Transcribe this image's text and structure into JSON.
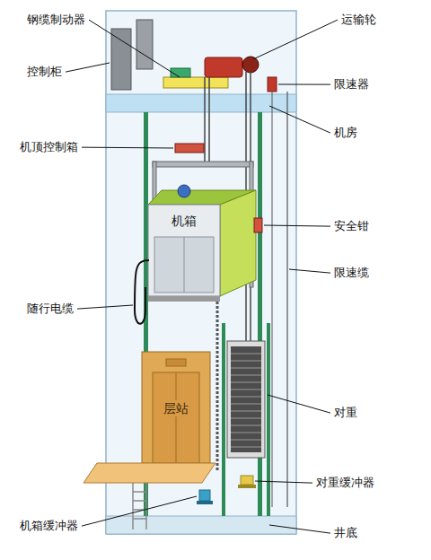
{
  "diagram": {
    "nodes": [
      {
        "text": [
          "机箱"
        ]
      },
      {
        "text": [
          "层站"
        ]
      }
    ],
    "labels": [
      "钢缆制动器",
      "运输轮",
      "控制柜",
      "限速器",
      "机房",
      "机顶控制箱",
      "安全钳",
      "限速缆",
      "随行电缆",
      "对重",
      "对重缓冲器",
      "机箱缓冲器",
      "井底"
    ]
  }
}
